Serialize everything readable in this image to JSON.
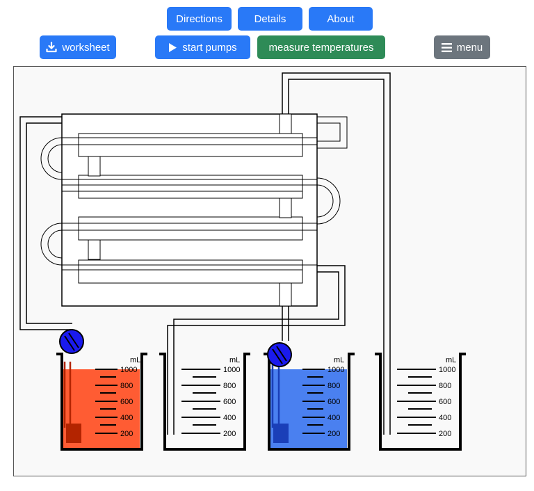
{
  "nav": {
    "directions": "Directions",
    "details": "Details",
    "about": "About"
  },
  "toolbar": {
    "worksheet": "worksheet",
    "start_pumps": "start pumps",
    "measure_temperatures": "measure temperatures",
    "menu": "menu"
  },
  "icons": {
    "worksheet": "download-icon",
    "start_pumps": "play-icon",
    "menu": "hamburger-icon"
  },
  "colors": {
    "primary": "#2979f7",
    "success": "#2e8b57",
    "secondary": "#6c757d",
    "hot_liquid": "#ff5c33",
    "hot_heater": "#b32400",
    "cold_liquid": "#4a80f0",
    "cold_heater": "#1a3fb8",
    "pump": "#1a1aee"
  },
  "beakers": {
    "unit": "mL",
    "scale": [
      "1000",
      "800",
      "600",
      "400",
      "200"
    ],
    "hot_fill_ml": 1000,
    "hot_out_fill_ml": 0,
    "cold_fill_ml": 1000,
    "cold_out_fill_ml": 0
  }
}
